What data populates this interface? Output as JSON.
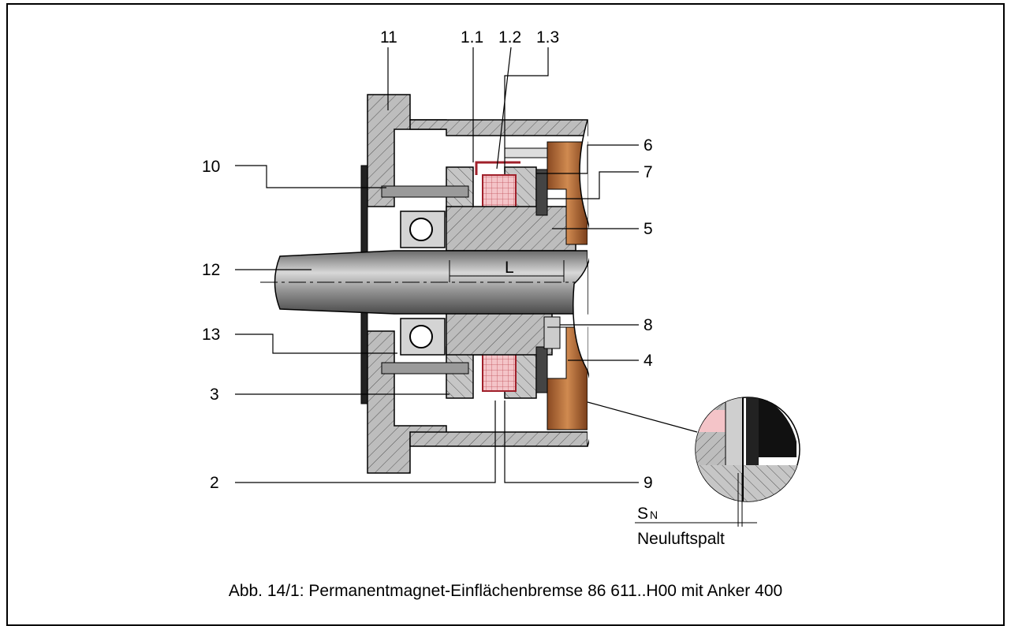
{
  "callouts": {
    "n11": "11",
    "n1_1": "1.1",
    "n1_2": "1.2",
    "n1_3": "1.3",
    "n10": "10",
    "n6": "6",
    "n7": "7",
    "n5": "5",
    "n12": "12",
    "nL": "L",
    "n8": "8",
    "n13": "13",
    "n4": "4",
    "n3": "3",
    "n2": "2",
    "n9": "9"
  },
  "detail": {
    "sn_symbol": "S",
    "sn_subscript": "N",
    "sn_label": "Neuluftspalt"
  },
  "caption": "Abb. 14/1: Permanentmagnet-Einflächenbremse 86 611..H00 mit Anker 400",
  "colors": {
    "steel": "#b9b9b9",
    "steel_dark": "#7a7a7a",
    "coil": "#f4c4c8",
    "copper": "#b8703a",
    "line": "#000000"
  }
}
